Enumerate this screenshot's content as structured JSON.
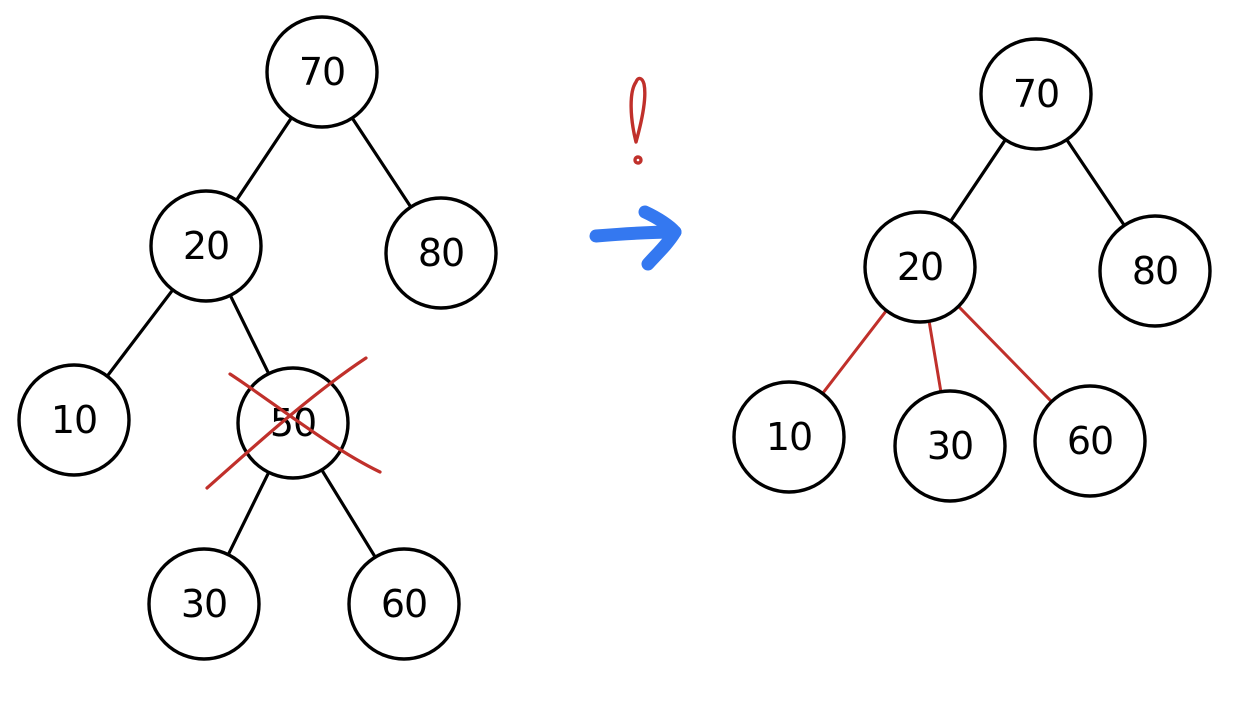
{
  "colors": {
    "ink": "#000000",
    "highlight_red": "#c0302b",
    "arrow_blue": "#3478f0",
    "background": "#ffffff"
  },
  "icons": {
    "arrow": "right-arrow-icon",
    "exclamation": "exclamation-icon",
    "strike": "cross-out-mark"
  },
  "before": {
    "nodes": [
      {
        "id": "b70",
        "label": "70"
      },
      {
        "id": "b20",
        "label": "20"
      },
      {
        "id": "b80",
        "label": "80"
      },
      {
        "id": "b10",
        "label": "10"
      },
      {
        "id": "b50",
        "label": "50",
        "deleted": true
      },
      {
        "id": "b30",
        "label": "30"
      },
      {
        "id": "b60",
        "label": "60"
      }
    ],
    "edges": [
      [
        "b70",
        "b20"
      ],
      [
        "b70",
        "b80"
      ],
      [
        "b20",
        "b10"
      ],
      [
        "b20",
        "b50"
      ],
      [
        "b50",
        "b30"
      ],
      [
        "b50",
        "b60"
      ]
    ]
  },
  "after": {
    "nodes": [
      {
        "id": "a70",
        "label": "70"
      },
      {
        "id": "a20",
        "label": "20"
      },
      {
        "id": "a80",
        "label": "80"
      },
      {
        "id": "a10",
        "label": "10"
      },
      {
        "id": "a30",
        "label": "30"
      },
      {
        "id": "a60",
        "label": "60"
      }
    ],
    "edges": [
      [
        "a70",
        "a20",
        "normal"
      ],
      [
        "a70",
        "a80",
        "normal"
      ],
      [
        "a20",
        "a10",
        "new"
      ],
      [
        "a20",
        "a30",
        "new"
      ],
      [
        "a20",
        "a60",
        "new"
      ]
    ]
  }
}
